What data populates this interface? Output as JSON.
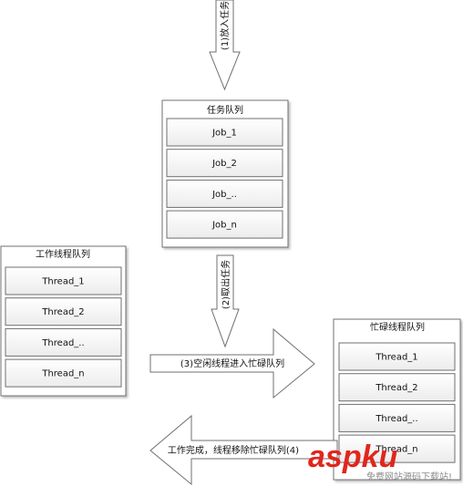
{
  "colors": {
    "line": "#6f6f6f",
    "box_fill_top": "#ffffff",
    "box_fill_bottom": "#ececec",
    "arrow_fill": "#ffffff",
    "watermark_red": "#e1261c",
    "watermark_gray": "#8c8c8c"
  },
  "arrows": {
    "put_task": "(1)放入任务",
    "take_task": "(2)取出任务",
    "idle_to_busy": "(3)空闲线程进入忙碌队列",
    "work_done": "工作完成，线程移除忙碌队列(4)"
  },
  "task_queue": {
    "title": "任务队列",
    "items": [
      "Job_1",
      "Job_2",
      "Job_..",
      "Job_n"
    ]
  },
  "worker_queue": {
    "title": "工作线程队列",
    "items": [
      "Thread_1",
      "Thread_2",
      "Thread_..",
      "Thread_n"
    ]
  },
  "busy_queue": {
    "title": "忙碌线程队列",
    "items": [
      "Thread_1",
      "Thread_2",
      "Thread_..",
      "Thread_n"
    ]
  },
  "watermark": {
    "brand": "aspku",
    "tagline": "免费网站源码下载站!"
  }
}
